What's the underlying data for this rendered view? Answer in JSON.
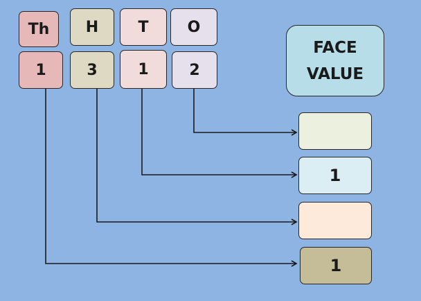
{
  "headers": [
    "Th",
    "H",
    "T",
    "O"
  ],
  "digits": [
    "1",
    "3",
    "1",
    "2"
  ],
  "title": {
    "line1": "FACE",
    "line2": "VALUE"
  },
  "answers": [
    "",
    "1",
    "",
    "1"
  ],
  "colors": {
    "background": "#8EB4E3",
    "thousands": "#E6B9B8",
    "hundreds": "#DDD9C3",
    "tens": "#F2DCDB",
    "ones": "#E6E0EC",
    "answer_ones": "#EBF1DE",
    "answer_tens": "#DBEEF4",
    "answer_hundreds": "#FDEADA",
    "answer_thousands": "#C4BD97",
    "title_box": "#B7DEE8"
  }
}
